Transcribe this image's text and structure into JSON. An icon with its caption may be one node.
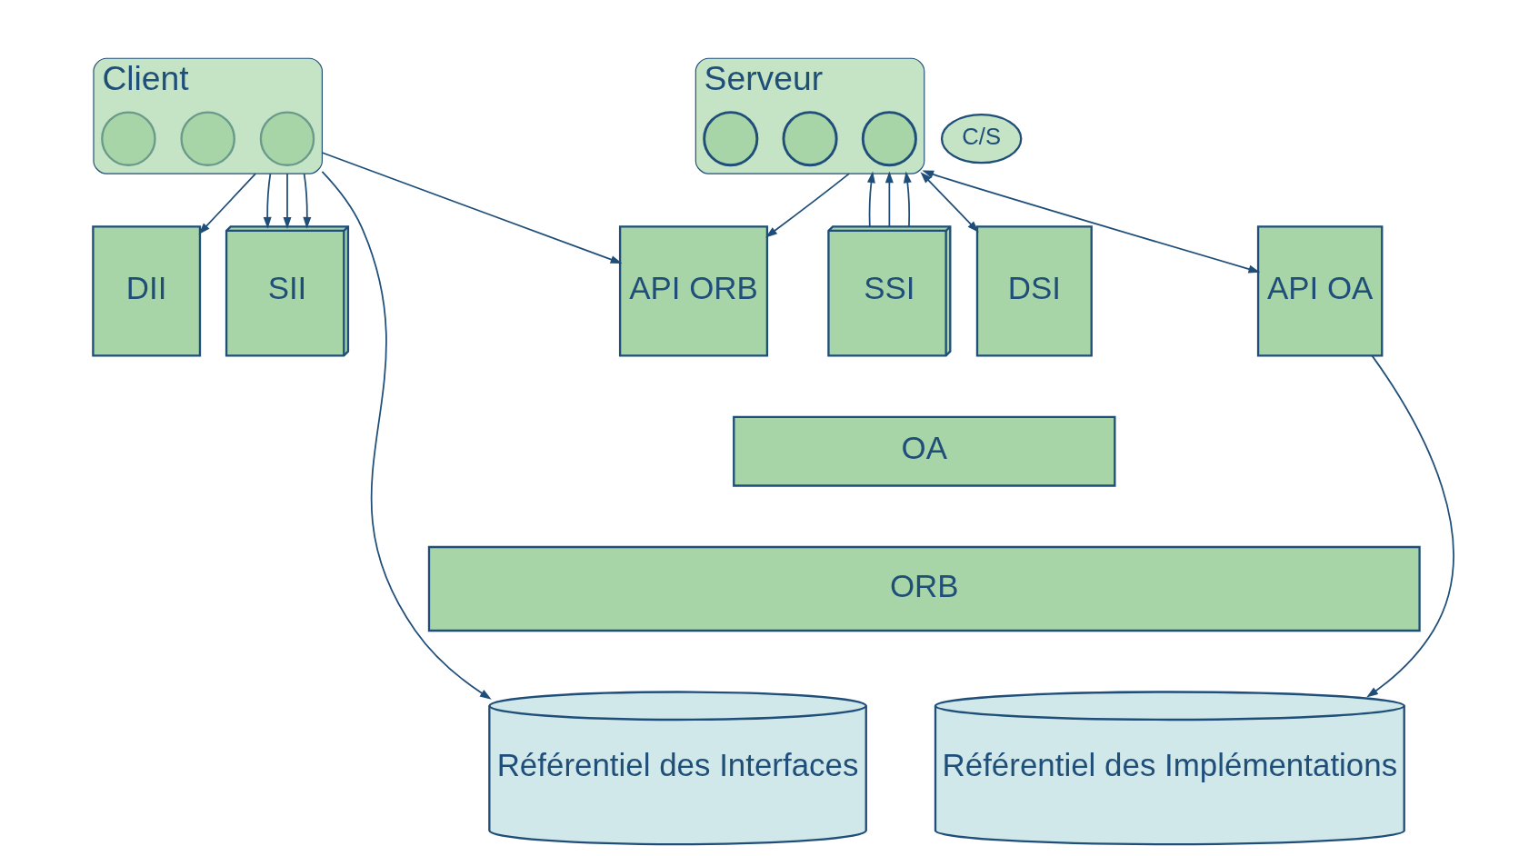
{
  "diagram": {
    "nodes": [
      {
        "text": [
          "Client"
        ]
      },
      {
        "text": [
          "Serveur"
        ]
      },
      {
        "text": [
          "C/S"
        ]
      },
      {
        "text": [],
        "shape": "circle",
        "in": 0
      },
      {
        "text": [],
        "shape": "circle",
        "in": 0
      },
      {
        "text": [],
        "shape": "circle",
        "in": 0
      },
      {
        "text": [],
        "shape": "circle",
        "in": 1
      },
      {
        "text": [],
        "shape": "circle",
        "in": 1
      },
      {
        "text": [],
        "shape": "circle",
        "in": 1
      },
      {
        "text": [
          "SII"
        ]
      },
      {
        "text": [
          "DII"
        ]
      },
      {
        "text": [
          "API ORB"
        ]
      },
      {
        "text": [
          "SSI"
        ]
      },
      {
        "text": [
          "DSI"
        ]
      },
      {
        "text": [
          "API OA"
        ]
      },
      {
        "text": [
          "OA"
        ]
      },
      {
        "text": [
          "ORB"
        ]
      },
      {
        "text": [
          "Référentiel des Interfaces"
        ]
      },
      {
        "text": [
          "Référentiel des Implémentations"
        ]
      }
    ],
    "edges": [
      {
        "from": 0,
        "to": 9,
        "arrow": "to"
      },
      {
        "from": 0,
        "to": 9,
        "arrow": "to"
      },
      {
        "from": 0,
        "to": 9,
        "arrow": "to"
      },
      {
        "from": 0,
        "to": 10,
        "arrow": "to"
      },
      {
        "from": 0,
        "to": 11,
        "arrow": "to"
      },
      {
        "from": 1,
        "to": 11,
        "arrow": "to"
      },
      {
        "from": 12,
        "to": 1,
        "arrow": "to"
      },
      {
        "from": 12,
        "to": 1,
        "arrow": "to"
      },
      {
        "from": 12,
        "to": 1,
        "arrow": "to"
      },
      {
        "from": 13,
        "to": 1,
        "arrow": "both"
      },
      {
        "from": 14,
        "to": 1,
        "arrow": "both"
      },
      {
        "from": 0,
        "to": 17,
        "arrow": "to"
      },
      {
        "from": 14,
        "to": 18,
        "arrow": "to"
      }
    ]
  }
}
